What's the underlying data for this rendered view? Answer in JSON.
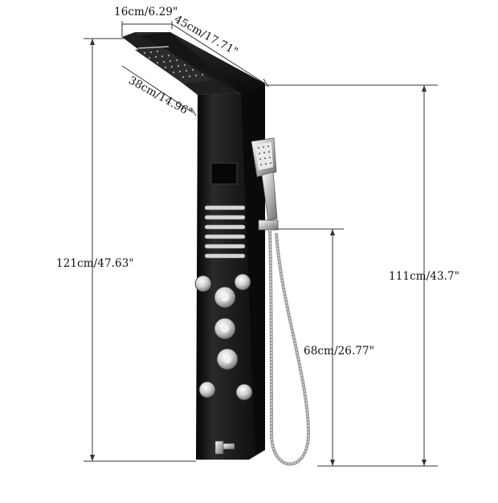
{
  "dimensions": {
    "head_width": "16cm/6.29\"",
    "head_length": "45cm/17.71\"",
    "head_depth": "38cm/14.96\"",
    "total_height": "121cm/47.63\"",
    "panel_height": "111cm/43.7\"",
    "hose_height": "68cm/26.77\""
  },
  "colors": {
    "panel": "#1b1b1b",
    "panel_edge": "#050505",
    "chrome": "#d9d9d9",
    "dimension_line": "#333333"
  },
  "parts": {
    "massage_jets_count": 4,
    "body_jets_count": 4,
    "control_knobs_count": 3,
    "spray_slots_count": 6
  }
}
